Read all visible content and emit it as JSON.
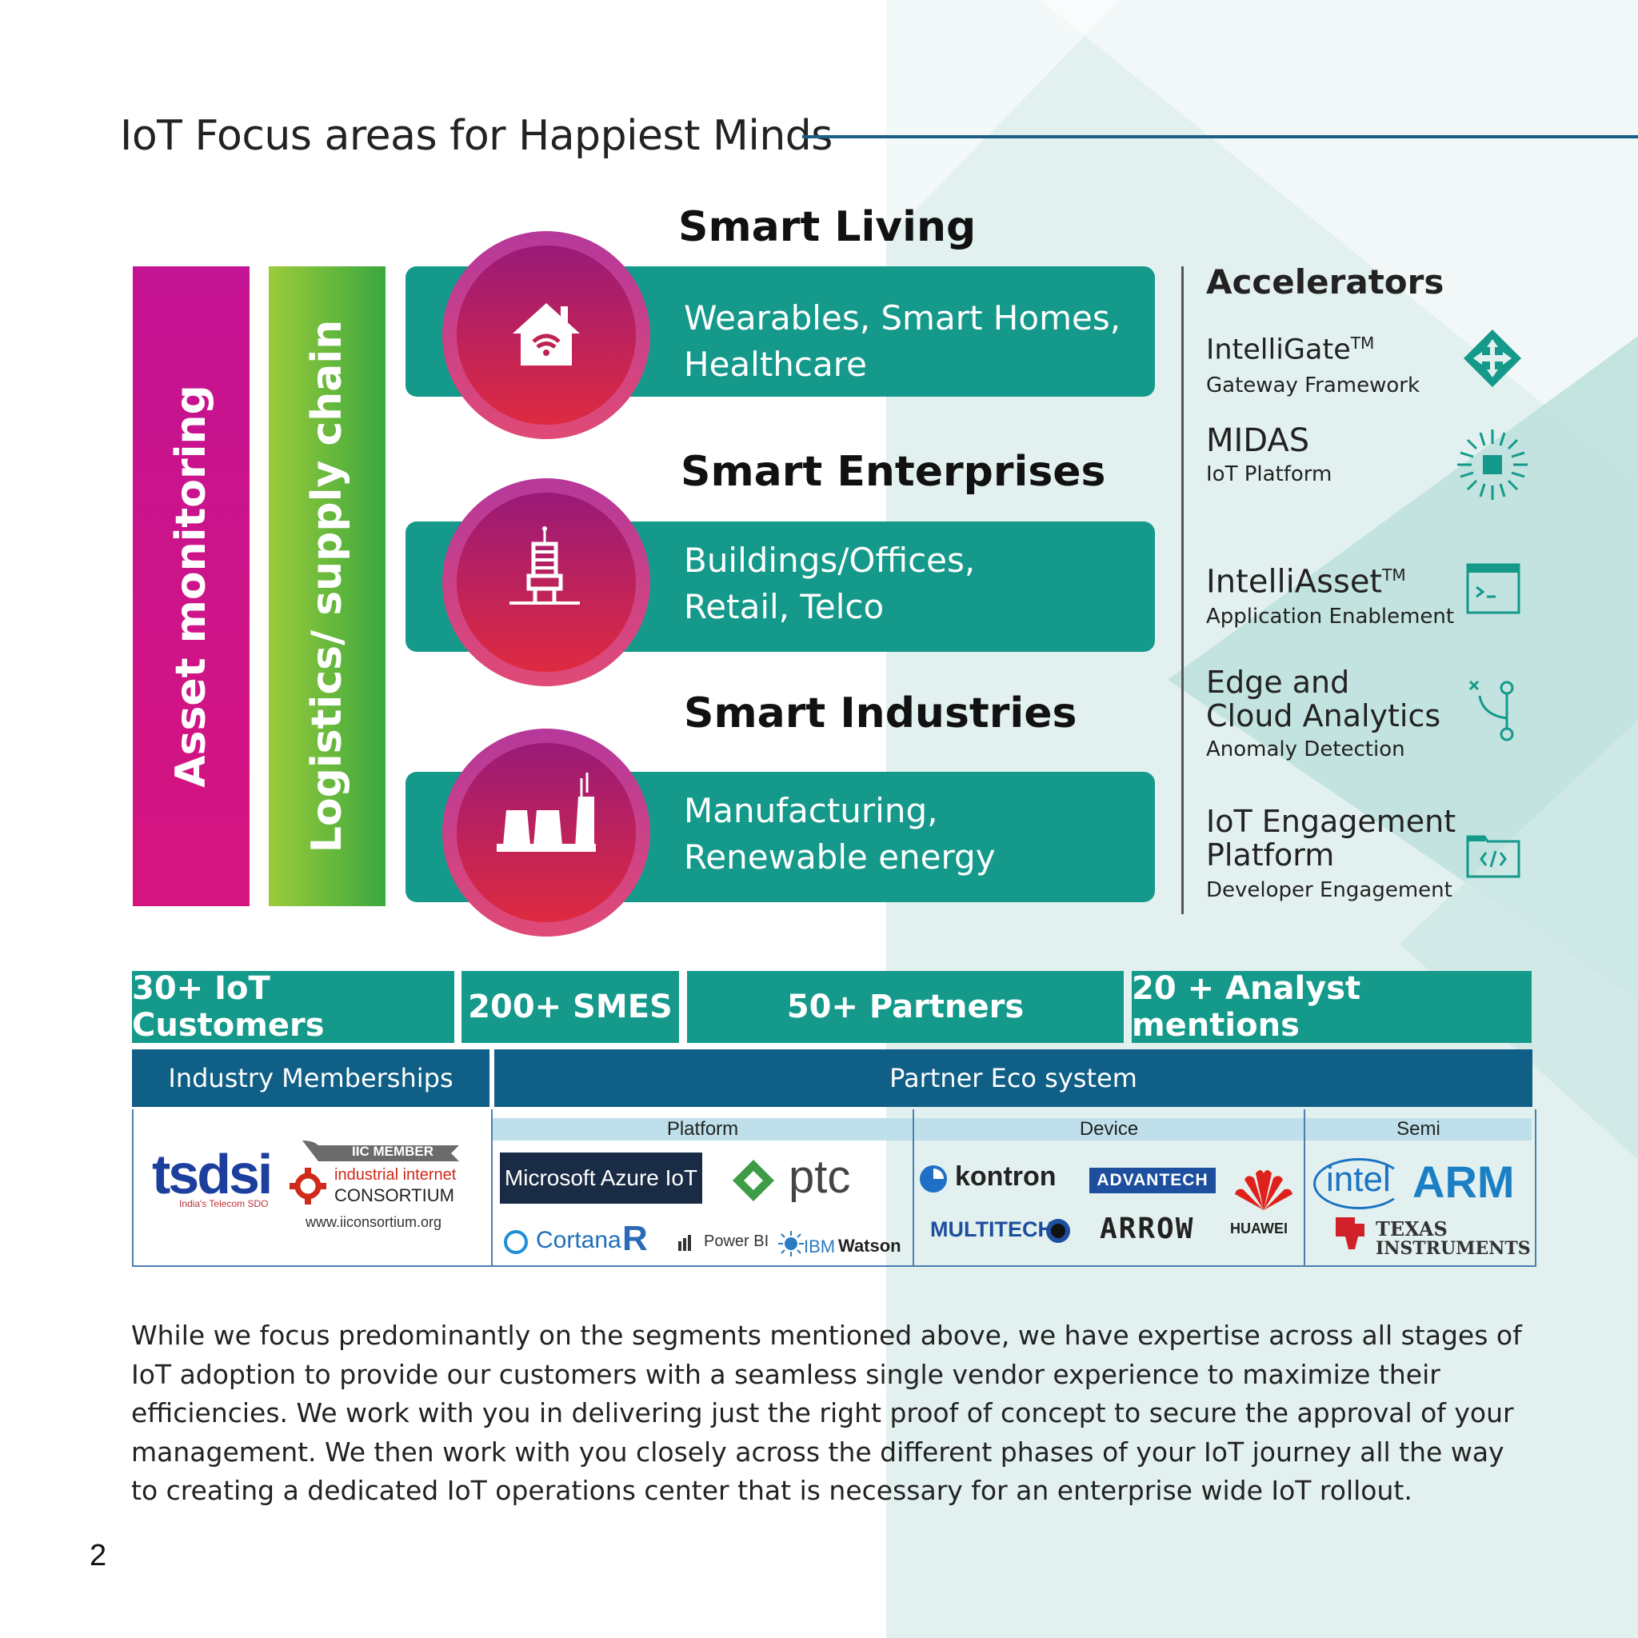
{
  "page": {
    "title": "IoT Focus areas for Happiest Minds",
    "page_number": "2"
  },
  "vertical_bars": {
    "asset": "Asset monitoring",
    "logistics": "Logistics/ supply chain"
  },
  "segments": [
    {
      "title": "Smart Living",
      "line1": "Wearables, Smart Homes,",
      "line2": "Healthcare",
      "icon": "smart-home-icon"
    },
    {
      "title": "Smart Enterprises",
      "line1": "Buildings/Offices,",
      "line2": "Retail, Telco",
      "icon": "tower-icon"
    },
    {
      "title": "Smart Industries",
      "line1": "Manufacturing,",
      "line2": "Renewable energy",
      "icon": "factory-icon"
    }
  ],
  "accelerators": {
    "heading": "Accelerators",
    "items": [
      {
        "name": "IntelliGate",
        "tm": "TM",
        "sub": "Gateway Framework",
        "icon": "gateway-arrows-icon"
      },
      {
        "name": "MIDAS",
        "tm": "",
        "sub": "IoT Platform",
        "icon": "chip-burst-icon"
      },
      {
        "name": "IntelliAsset",
        "tm": "TM",
        "sub": "Application Enablement",
        "icon": "terminal-window-icon"
      },
      {
        "name1": "Edge and",
        "name2": "Cloud Analytics",
        "sub": "Anomaly Detection",
        "icon": "branch-icon"
      },
      {
        "name1": "IoT Engagement",
        "name2": "Platform",
        "sub": "Developer Engagement",
        "icon": "code-folder-icon"
      }
    ]
  },
  "stats": {
    "customers": "30+ IoT Customers",
    "smes": "200+ SMES",
    "partners": "50+ Partners",
    "analyst": "20 + Analyst mentions"
  },
  "eco": {
    "memberships": "Industry Memberships",
    "partner_eco": "Partner Eco system",
    "platform": "Platform",
    "device": "Device",
    "semi": "Semi"
  },
  "logos": {
    "tsdsi": "tsdsi",
    "tsdsi_sub": "India's Telecom SDO",
    "iic_member": "IIC MEMBER",
    "iic_line1": "industrial internet",
    "iic_line2": "CONSORTIUM",
    "iic_url": "www.iiconsortium.org",
    "azure": "Microsoft Azure IoT",
    "ptc": "ptc",
    "cortana": "Cortana",
    "r": "R",
    "powerbi": "Power BI",
    "ibm": "IBM",
    "watson": "Watson",
    "kontron": "kontron",
    "advantech": "ADVANTECH",
    "huawei": "HUAWEI",
    "multitech": "MULTITECH",
    "arrow": "ARROW",
    "intel": "intel",
    "arm": "ARM",
    "ti1": "TEXAS",
    "ti2": "INSTRUMENTS"
  },
  "paragraph": "While we focus predominantly on the segments mentioned above, we have expertise across all stages of IoT adoption to provide our customers with a seamless single vendor experience to maximize their efficiencies. We work with you in delivering just the right proof of concept to secure the approval of your management. We then work with you closely across the different phases of your IoT journey all the way to creating a dedicated IoT operations center that is necessary for an enterprise wide IoT rollout.",
  "colors": {
    "teal": "#14998a",
    "navy": "#0f5f86",
    "magenta": "#d0128f",
    "green": "#5cb83a",
    "background_tint": "#e2f1ef"
  }
}
